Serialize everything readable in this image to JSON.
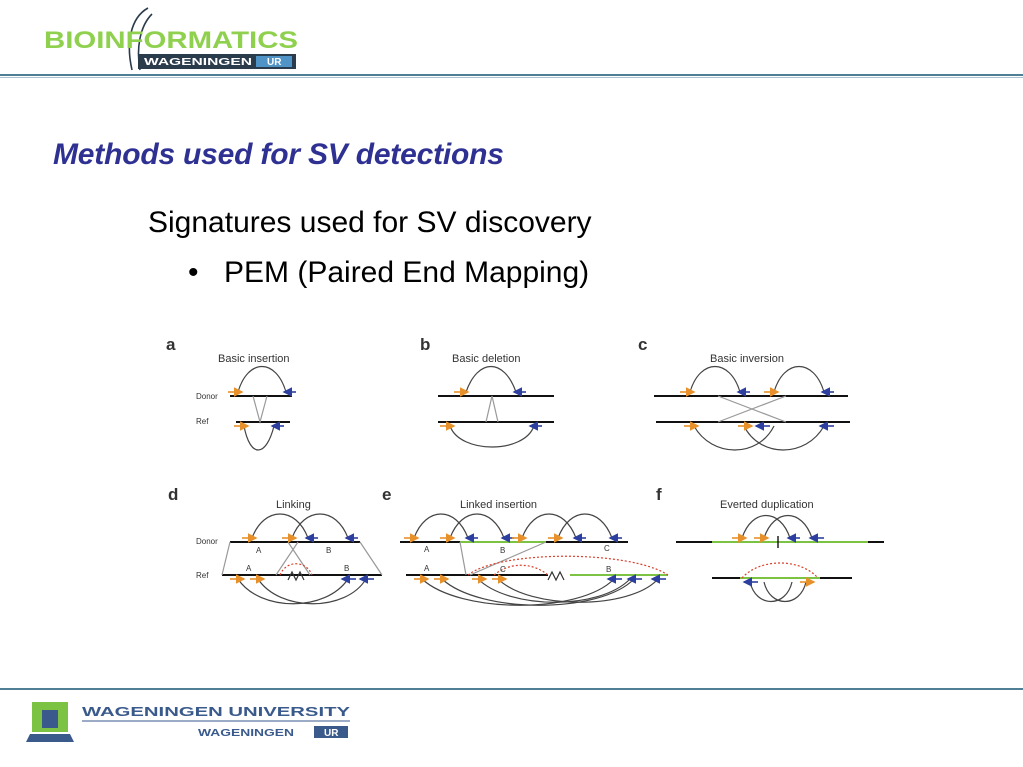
{
  "header": {
    "logo_text": "BIOINFORMATICS",
    "logo_sub": "WAGENINGEN",
    "logo_ur": "UR"
  },
  "title": "Methods used for SV detections",
  "subtitle": "Signatures used for SV discovery",
  "bullets": [
    "PEM (Paired End Mapping)"
  ],
  "figure": {
    "panels": [
      {
        "letter": "a",
        "title": "Basic insertion"
      },
      {
        "letter": "b",
        "title": "Basic deletion"
      },
      {
        "letter": "c",
        "title": "Basic inversion"
      },
      {
        "letter": "d",
        "title": "Linking"
      },
      {
        "letter": "e",
        "title": "Linked insertion"
      },
      {
        "letter": "f",
        "title": "Everted duplication"
      }
    ],
    "row_labels": {
      "donor": "Donor",
      "ref": "Ref"
    },
    "segment_labels": {
      "A": "A",
      "B": "B",
      "C": "C"
    },
    "colors": {
      "forward_arrow": "#e8902a",
      "reverse_arrow": "#2d3f9e",
      "inserted_segment": "#7cc243",
      "linker": "#d9412b"
    }
  },
  "footer": {
    "university": "WAGENINGEN UNIVERSITY",
    "logo_sub": "WAGENINGEN",
    "logo_ur": "UR"
  }
}
